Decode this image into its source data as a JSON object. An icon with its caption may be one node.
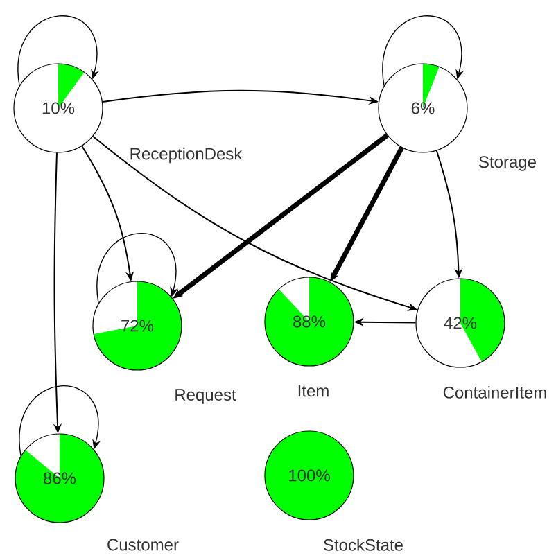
{
  "diagram": {
    "nodes": [
      {
        "text": [
          "10%"
        ],
        "beside": [
          "ReceptionDesk"
        ]
      },
      {
        "text": [
          "6%"
        ],
        "beside": [
          "Storage"
        ]
      },
      {
        "text": [
          "72%"
        ],
        "beside": [
          "Request"
        ]
      },
      {
        "text": [
          "88%"
        ],
        "beside": [
          "Item"
        ]
      },
      {
        "text": [
          "42%"
        ],
        "beside": [
          "ContainerItem"
        ]
      },
      {
        "text": [
          "86%"
        ],
        "beside": [
          "Customer"
        ]
      },
      {
        "text": [
          "100%"
        ],
        "beside": [
          "StockState"
        ]
      }
    ],
    "edges": [
      {
        "from": 0,
        "to": 0,
        "arrow": "to"
      },
      {
        "from": 1,
        "to": 1,
        "arrow": "to"
      },
      {
        "from": 2,
        "to": 2,
        "arrow": "to"
      },
      {
        "from": 5,
        "to": 5,
        "arrow": "to"
      },
      {
        "from": 0,
        "to": 1,
        "arrow": "to"
      },
      {
        "from": 0,
        "to": 2,
        "arrow": "to"
      },
      {
        "from": 0,
        "to": 5,
        "arrow": "to"
      },
      {
        "from": 0,
        "to": 4,
        "arrow": "to"
      },
      {
        "from": 1,
        "to": 2,
        "arrow": "to",
        "style": "thick"
      },
      {
        "from": 1,
        "to": 3,
        "arrow": "to",
        "style": "thick"
      },
      {
        "from": 1,
        "to": 4,
        "arrow": "to"
      },
      {
        "from": 4,
        "to": 3,
        "arrow": "to"
      }
    ]
  }
}
